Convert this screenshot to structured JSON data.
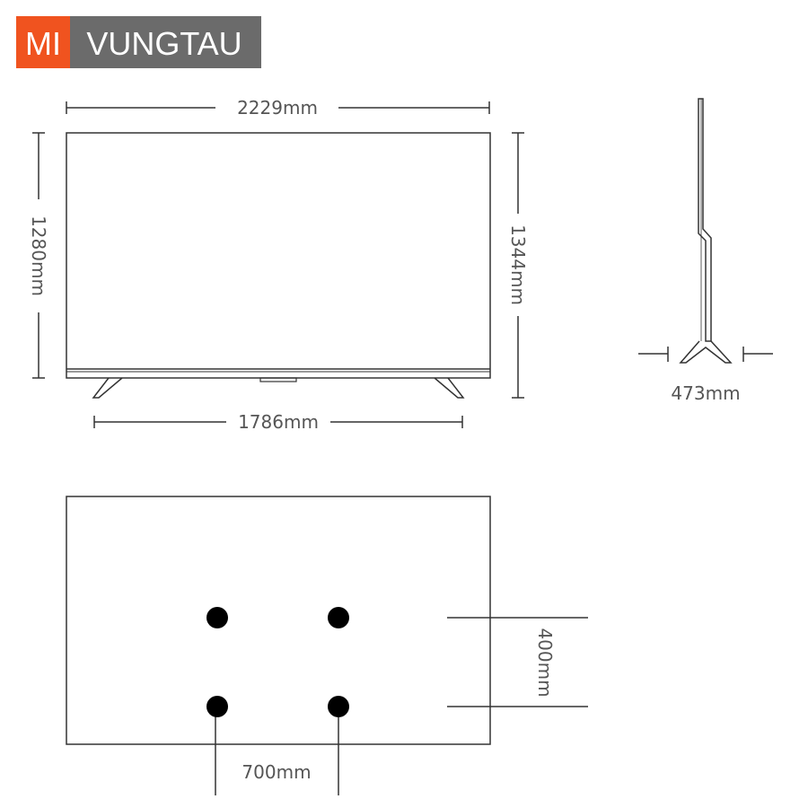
{
  "logo": {
    "brand_left": "MI",
    "brand_right": "VUNGTAU",
    "left_color": "#f0531f",
    "right_color": "#6b6b6b"
  },
  "dimensions": {
    "overall_width": "2229mm",
    "stand_span": "1786mm",
    "panel_height": "1280mm",
    "total_height": "1344mm",
    "stand_depth": "473mm",
    "vesa_vertical": "400mm",
    "vesa_horizontal": "700mm"
  },
  "colors": {
    "line": "#333333",
    "text": "#555555",
    "hole": "#000000"
  }
}
